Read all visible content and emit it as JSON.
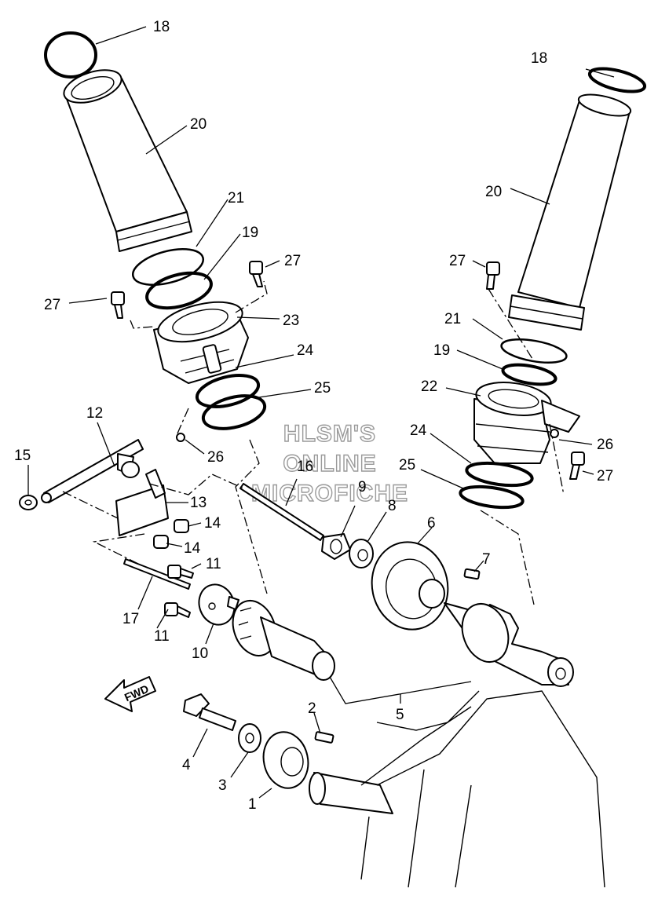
{
  "watermark": {
    "line1": "HLSM'S",
    "line2": "ONLINE",
    "line3": "MICROFICHE"
  },
  "direction_arrow": {
    "text": "FWD"
  },
  "callouts": {
    "n1": "1",
    "n2": "2",
    "n3": "3",
    "n4": "4",
    "n5": "5",
    "n6": "6",
    "n7": "7",
    "n8": "8",
    "n9": "9",
    "n10": "10",
    "n11a": "11",
    "n11b": "11",
    "n12": "12",
    "n13": "13",
    "n14a": "14",
    "n14b": "14",
    "n15": "15",
    "n16": "16",
    "n17": "17",
    "n18a": "18",
    "n18b": "18",
    "n19a": "19",
    "n19b": "19",
    "n20a": "20",
    "n20b": "20",
    "n21a": "21",
    "n21b": "21",
    "n22": "22",
    "n23": "23",
    "n24a": "24",
    "n24b": "24",
    "n25a": "25",
    "n25b": "25",
    "n26a": "26",
    "n26b": "26",
    "n27a": "27",
    "n27b": "27",
    "n27c": "27",
    "n27d": "27"
  }
}
